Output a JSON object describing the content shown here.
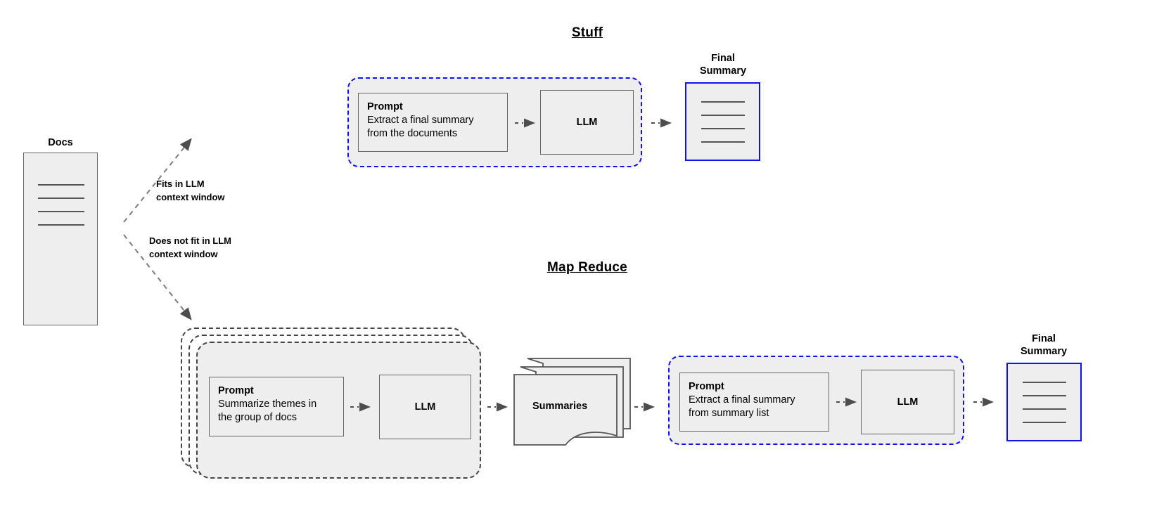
{
  "diagram": {
    "title_stuff": "Stuff",
    "title_map_reduce": "Map Reduce"
  },
  "source": {
    "label": "Docs",
    "line_count": 4
  },
  "edges": {
    "fits": "Fits in LLM\ncontext window",
    "does_not_fit": "Does not fit in LLM\ncontext window"
  },
  "stuff": {
    "prompt": {
      "title": "Prompt",
      "body": "Extract a final summary\nfrom the documents"
    },
    "llm": "LLM",
    "final_summary": {
      "label": "Final\nSummary",
      "line_count": 4
    }
  },
  "map_reduce": {
    "map_stage": {
      "prompt": {
        "title": "Prompt",
        "body": "Summarize themes in\nthe group of docs"
      },
      "llm": "LLM",
      "stack_count": 3
    },
    "summaries": {
      "label": "Summaries",
      "stack_count": 3
    },
    "reduce_stage": {
      "prompt": {
        "title": "Prompt",
        "body": "Extract a final summary\nfrom summary list"
      },
      "llm": "LLM"
    },
    "final_summary": {
      "label": "Final\nSummary",
      "line_count": 4
    }
  },
  "colors": {
    "accent_blue": "#1111ee",
    "box_fill": "#eeeeee",
    "box_stroke": "#666666",
    "dash_gray": "#444444",
    "arrow_gray": "#4d4d4d"
  }
}
